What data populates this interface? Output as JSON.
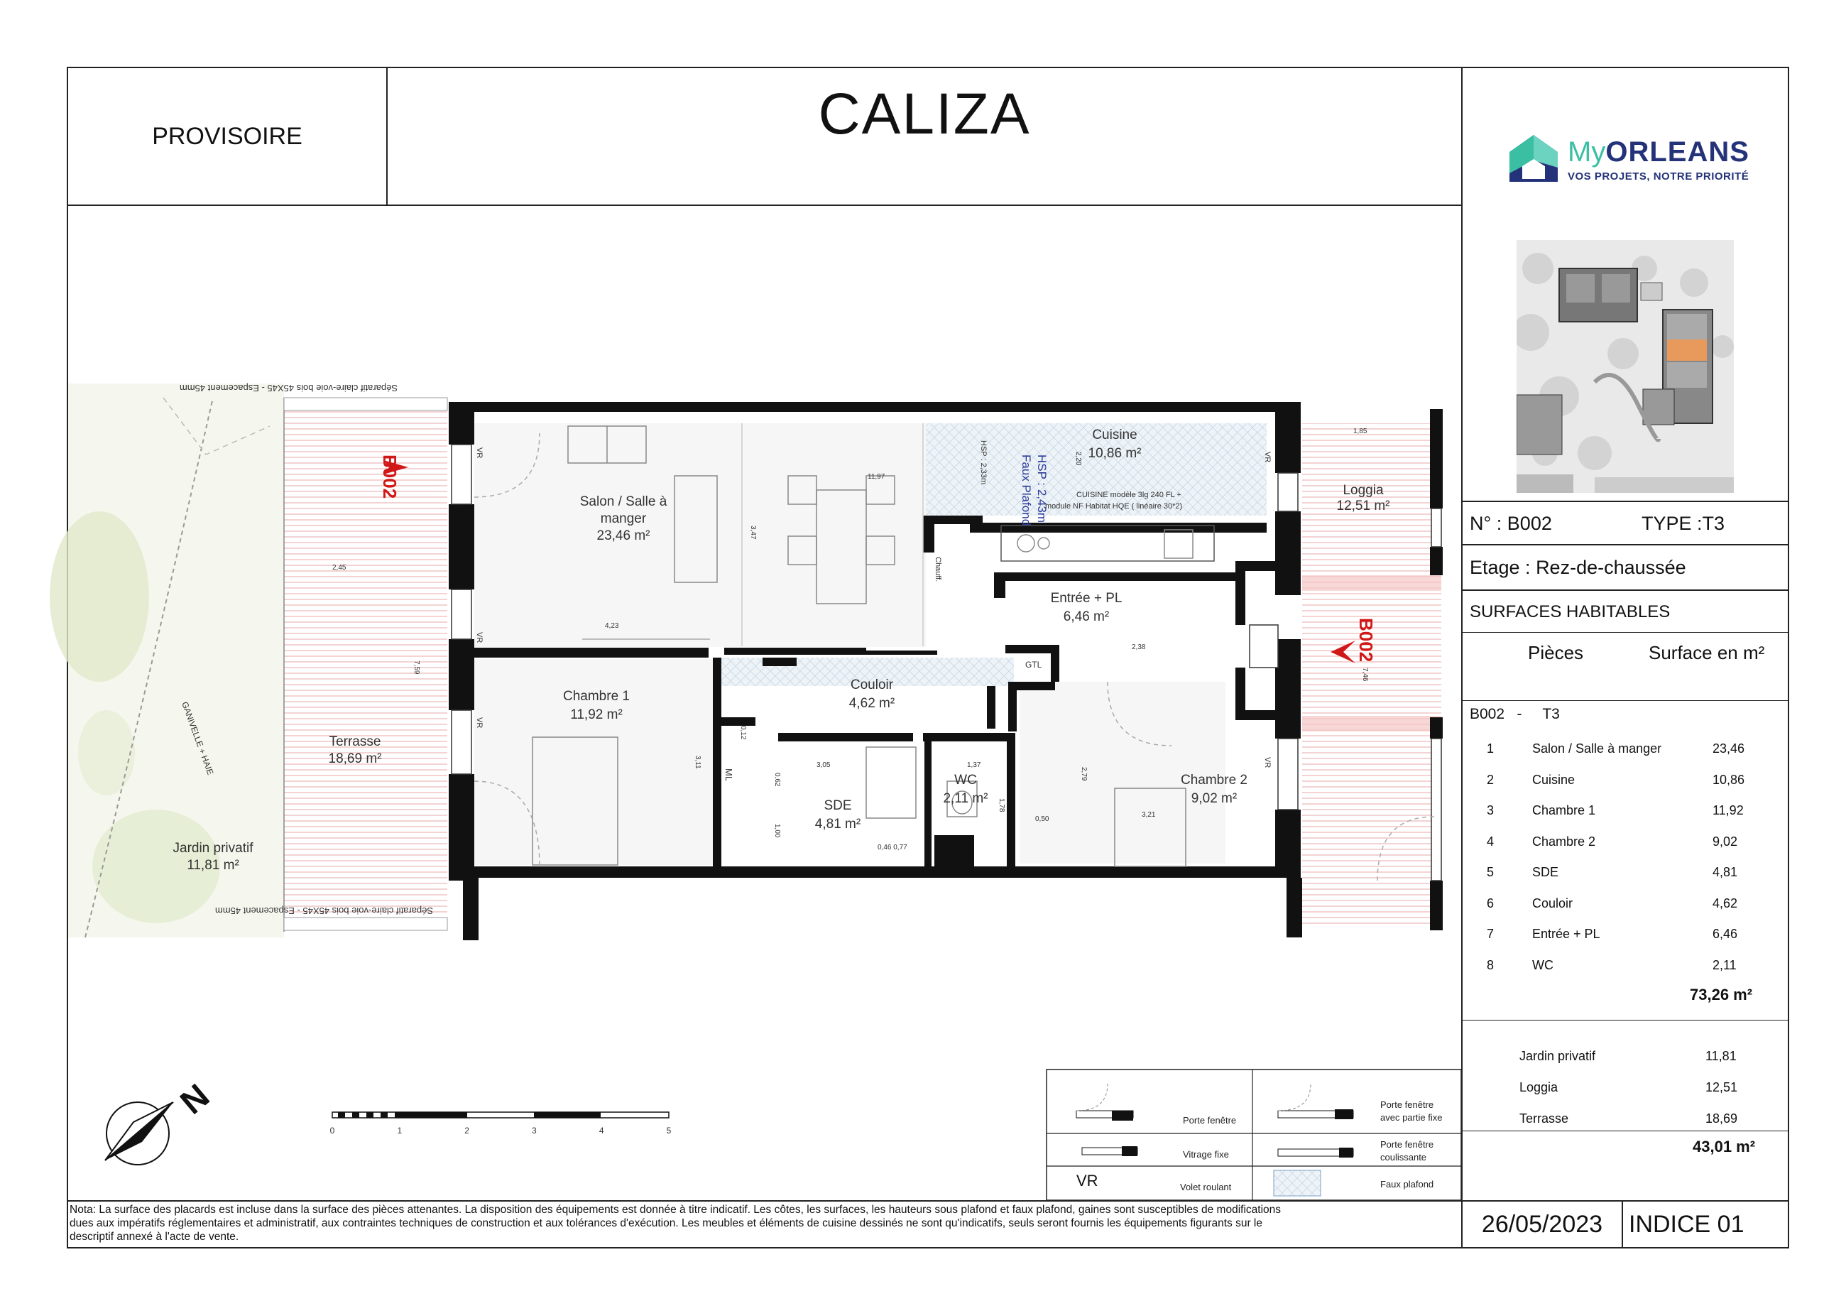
{
  "header": {
    "status": "PROVISOIRE",
    "project": "CALIZA",
    "brand_my": "My",
    "brand_orleans": "ORLEANS",
    "brand_tagline": "VOS PROJETS, NOTRE PRIORITÉ"
  },
  "lot": {
    "numero": "N° : B002",
    "type": "TYPE :T3",
    "etage": "Etage : Rez-de-chaussée",
    "surfaces_title": "SURFACES HABITABLES",
    "col_pieces": "Pièces",
    "col_surface": "Surface en m²",
    "group_label": "B002   -     T3",
    "rooms": [
      {
        "n": "1",
        "name": "Salon / Salle à manger",
        "value": "23,46"
      },
      {
        "n": "2",
        "name": "Cuisine",
        "value": "10,86"
      },
      {
        "n": "3",
        "name": "Chambre 1",
        "value": "11,92"
      },
      {
        "n": "4",
        "name": "Chambre 2",
        "value": "9,02"
      },
      {
        "n": "5",
        "name": "SDE",
        "value": "4,81"
      },
      {
        "n": "6",
        "name": "Couloir",
        "value": "4,62"
      },
      {
        "n": "7",
        "name": "Entrée + PL",
        "value": "6,46"
      },
      {
        "n": "8",
        "name": "WC",
        "value": "2,11"
      }
    ],
    "total_habitable": "73,26 m²",
    "annexes": [
      {
        "name": "Jardin privatif",
        "value": "11,81"
      },
      {
        "name": "Loggia",
        "value": "12,51"
      },
      {
        "name": "Terrasse",
        "value": "18,69"
      }
    ],
    "total_annexes": "43,01 m²"
  },
  "plan_labels": {
    "salon_1": "Salon / Salle à",
    "salon_2": "manger",
    "salon_area": "23,46 m²",
    "cuisine": "Cuisine",
    "cuisine_area": "10,86 m²",
    "loggia": "Loggia",
    "loggia_area": "12,51 m²",
    "entree": "Entrée + PL",
    "entree_area": "6,46 m²",
    "chambre1": "Chambre 1",
    "chambre1_area": "11,92 m²",
    "couloir": "Couloir",
    "couloir_area": "4,62 m²",
    "terrasse": "Terrasse",
    "terrasse_area": "18,69 m²",
    "sde": "SDE",
    "sde_area": "4,81 m²",
    "wc": "WC",
    "wc_area": "2,11 m²",
    "chambre2": "Chambre 2",
    "chambre2_area": "9,02 m²",
    "jardin": "Jardin privatif",
    "jardin_area": "11,81 m²",
    "faux_plafond_1": "Faux Plafond",
    "faux_plafond_2": "HSP : 2,43m",
    "hsp": "HSP : 2,33m",
    "cuisine_note_1": "CUISINE modèle 3lg 240 FL +",
    "cuisine_note_2": "module NF Habitat HQE ( linéaire 30*2)",
    "b002": "B002",
    "chauff": "Chauff.",
    "gtl": "GTL",
    "ml": "ML",
    "separatif": "Séparatif claire-voie bois 45X45 - Espacement 45mm",
    "ganivelle": "GANIVELLE + HAIE",
    "vr": "VR",
    "dims": [
      "4,23",
      "11,97",
      "3,47",
      "2,45",
      "7,59",
      "1,85",
      "2,20",
      "2,38",
      "7,46",
      "3,11",
      "0,12",
      "0,62",
      "1,00",
      "3,05",
      "1,37",
      "1,78",
      "2,79",
      "3,21",
      "0,50",
      "0,46 0,77"
    ]
  },
  "scale": {
    "ticks": [
      "0",
      "1",
      "2",
      "3",
      "4",
      "5"
    ],
    "north": "N"
  },
  "legend": {
    "porte_fenetre": "Porte fenêtre",
    "porte_fenetre_fixe_1": "Porte fenêtre",
    "porte_fenetre_fixe_2": "avec partie fixe",
    "vitrage_fixe": "Vitrage fixe",
    "coulissante_1": "Porte fenêtre",
    "coulissante_2": "coulissante",
    "vr": "VR",
    "volet_roulant": "Volet roulant",
    "faux_plafond": "Faux plafond"
  },
  "footer": {
    "nota_1": "Nota: La surface des placards est incluse dans la surface des pièces attenantes. La disposition des équipements est donnée à titre indicatif. Les côtes, les surfaces, les hauteurs sous plafond et faux plafond, gaines sont susceptibles de modifications",
    "nota_2": "dues aux impératifs réglementaires et administratif, aux contraintes techniques de construction et aux tolérances d'exécution. Les meubles et éléments de cuisine dessinés ne sont qu'indicatifs, seuls seront fournis les équipements figurants sur le",
    "nota_3": "descriptif annexé à l'acte de vente.",
    "date": "26/05/2023",
    "indice": "INDICE 01"
  },
  "colors": {
    "wall": "#111111",
    "accent_red": "#d01818",
    "logo_teal": "#3bbfa3",
    "logo_navy": "#24327a",
    "logo_purple": "#6a4aa3",
    "highlight_orange": "#e89a5c"
  }
}
